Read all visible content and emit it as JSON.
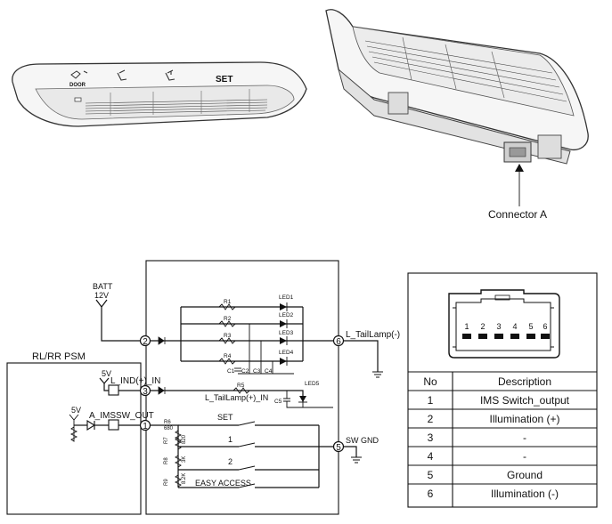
{
  "photo_labels": {
    "door_button": "DOOR",
    "set_button": "SET",
    "connector_callout": "Connector A"
  },
  "schematic": {
    "module_name": "RL/RR PSM",
    "batt_label": "BATT",
    "batt_voltage": "12V",
    "supply_5v_a": "5V",
    "supply_5v_b": "5V",
    "l_ind_in": "L_IND(+)_IN",
    "a_imssw_out": "A_IMSSW_OUT",
    "l_taillamp_minus": "L_TailLamp(-)",
    "l_taillamp_plus_in": "L_TailLamp(+)_IN",
    "sw_gnd": "SW GND",
    "pins": [
      "1",
      "2",
      "3",
      "5",
      "6"
    ],
    "resistors": [
      "R1",
      "R2",
      "R3",
      "R4",
      "R5",
      "R6",
      "R7",
      "R8",
      "R9"
    ],
    "resistor_values": {
      "r6": "680",
      "r7": "820",
      "r8": "3K",
      "r9": "8.2K"
    },
    "leds": [
      "LED1",
      "LED2",
      "LED3",
      "LED4",
      "LED5"
    ],
    "capacitors": [
      "C1",
      "C2",
      "C3",
      "C4",
      "C5"
    ],
    "switches": [
      "SET",
      "1",
      "2",
      "EASY ACCESS"
    ]
  },
  "connector_table": {
    "pin_numbers": [
      "1",
      "2",
      "3",
      "4",
      "5",
      "6"
    ],
    "header": {
      "no": "No",
      "description": "Description"
    },
    "rows": [
      {
        "no": "1",
        "description": "IMS Switch_output"
      },
      {
        "no": "2",
        "description": "Illumination (+)"
      },
      {
        "no": "3",
        "description": "-"
      },
      {
        "no": "4",
        "description": "-"
      },
      {
        "no": "5",
        "description": "Ground"
      },
      {
        "no": "6",
        "description": "Illumination (-)"
      }
    ]
  }
}
